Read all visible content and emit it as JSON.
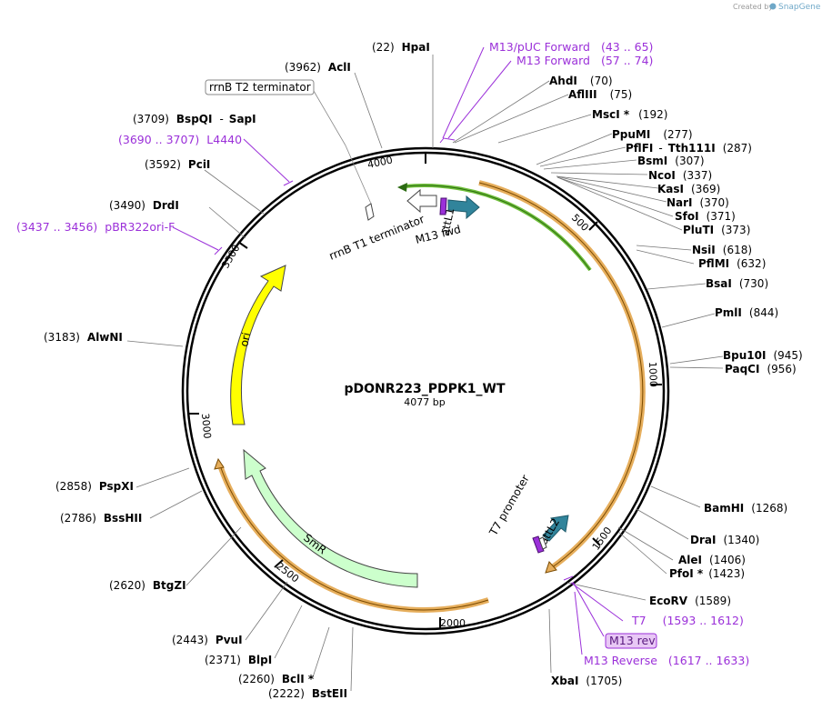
{
  "credit": {
    "prefix": "Created by",
    "brand": "SnapGene"
  },
  "plasmid": {
    "name": "pDONR223_PDPK1_WT",
    "length": 4077,
    "length_label": "4077 bp"
  },
  "ticks": [
    "500",
    "1000",
    "1500",
    "2000",
    "2500",
    "3000",
    "3500",
    "4000"
  ],
  "features": [
    {
      "label": "ori",
      "color": "#ffff00"
    },
    {
      "label": "SmR",
      "color": "#ccffcc"
    },
    {
      "label": "attL1",
      "color": "#31849b"
    },
    {
      "label": "attL2",
      "color": "#31849b"
    },
    {
      "label": "rrnB T1 terminator",
      "color": "#ffffff"
    },
    {
      "label": "rrnB T2 terminator",
      "color": "#ffffff"
    },
    {
      "label": "M13 fwd",
      "color": "#9b30d9"
    },
    {
      "label": "T7 promoter",
      "color": "#ffffff"
    }
  ],
  "enzymes": [
    {
      "name": "HpaI",
      "pos": "(22)"
    },
    {
      "name": "AclI",
      "pos": "(3962)"
    },
    {
      "name": "BspQI",
      "pos": "(3709)",
      "name2": "SapI"
    },
    {
      "name": "PciI",
      "pos": "(3592)"
    },
    {
      "name": "DrdI",
      "pos": "(3490)"
    },
    {
      "name": "AlwNI",
      "pos": "(3183)"
    },
    {
      "name": "PspXI",
      "pos": "(2858)"
    },
    {
      "name": "BssHII",
      "pos": "(2786)"
    },
    {
      "name": "BtgZI",
      "pos": "(2620)"
    },
    {
      "name": "PvuI",
      "pos": "(2443)"
    },
    {
      "name": "BlpI",
      "pos": "(2371)"
    },
    {
      "name": "BclI *",
      "pos": "(2260)"
    },
    {
      "name": "BstEII",
      "pos": "(2222)"
    },
    {
      "name": "XbaI",
      "pos": "(1705)"
    },
    {
      "name": "EcoRV",
      "pos": "(1589)"
    },
    {
      "name": "PfoI *",
      "pos": "(1423)"
    },
    {
      "name": "AleI",
      "pos": "(1406)"
    },
    {
      "name": "DraI",
      "pos": "(1340)"
    },
    {
      "name": "BamHI",
      "pos": "(1268)"
    },
    {
      "name": "PaqCI",
      "pos": "(956)"
    },
    {
      "name": "Bpu10I",
      "pos": "(945)"
    },
    {
      "name": "PmlI",
      "pos": "(844)"
    },
    {
      "name": "BsaI",
      "pos": "(730)"
    },
    {
      "name": "PflMI",
      "pos": "(632)"
    },
    {
      "name": "NsiI",
      "pos": "(618)"
    },
    {
      "name": "PluTI",
      "pos": "(373)"
    },
    {
      "name": "SfoI",
      "pos": "(371)"
    },
    {
      "name": "NarI",
      "pos": "(370)"
    },
    {
      "name": "KasI",
      "pos": "(369)"
    },
    {
      "name": "NcoI",
      "pos": "(337)"
    },
    {
      "name": "BsmI",
      "pos": "(307)"
    },
    {
      "name": "PflFI",
      "pos": "(287)",
      "name2": "Tth111I"
    },
    {
      "name": "PpuMI",
      "pos": "(277)"
    },
    {
      "name": "MscI *",
      "pos": "(192)"
    },
    {
      "name": "AflIII",
      "pos": "(75)"
    },
    {
      "name": "AhdI",
      "pos": "(70)"
    }
  ],
  "primers": [
    {
      "name": "M13/pUC Forward",
      "range": "(43 .. 65)"
    },
    {
      "name": "M13 Forward",
      "range": "(57 .. 74)"
    },
    {
      "name": "L4440",
      "range": "(3690 .. 3707)"
    },
    {
      "name": "pBR322ori-F",
      "range": "(3437 .. 3456)"
    },
    {
      "name": "T7",
      "range": "(1593 .. 1612)"
    },
    {
      "name": "M13 rev",
      "range": ""
    },
    {
      "name": "M13 Reverse",
      "range": "(1617 .. 1633)"
    }
  ]
}
